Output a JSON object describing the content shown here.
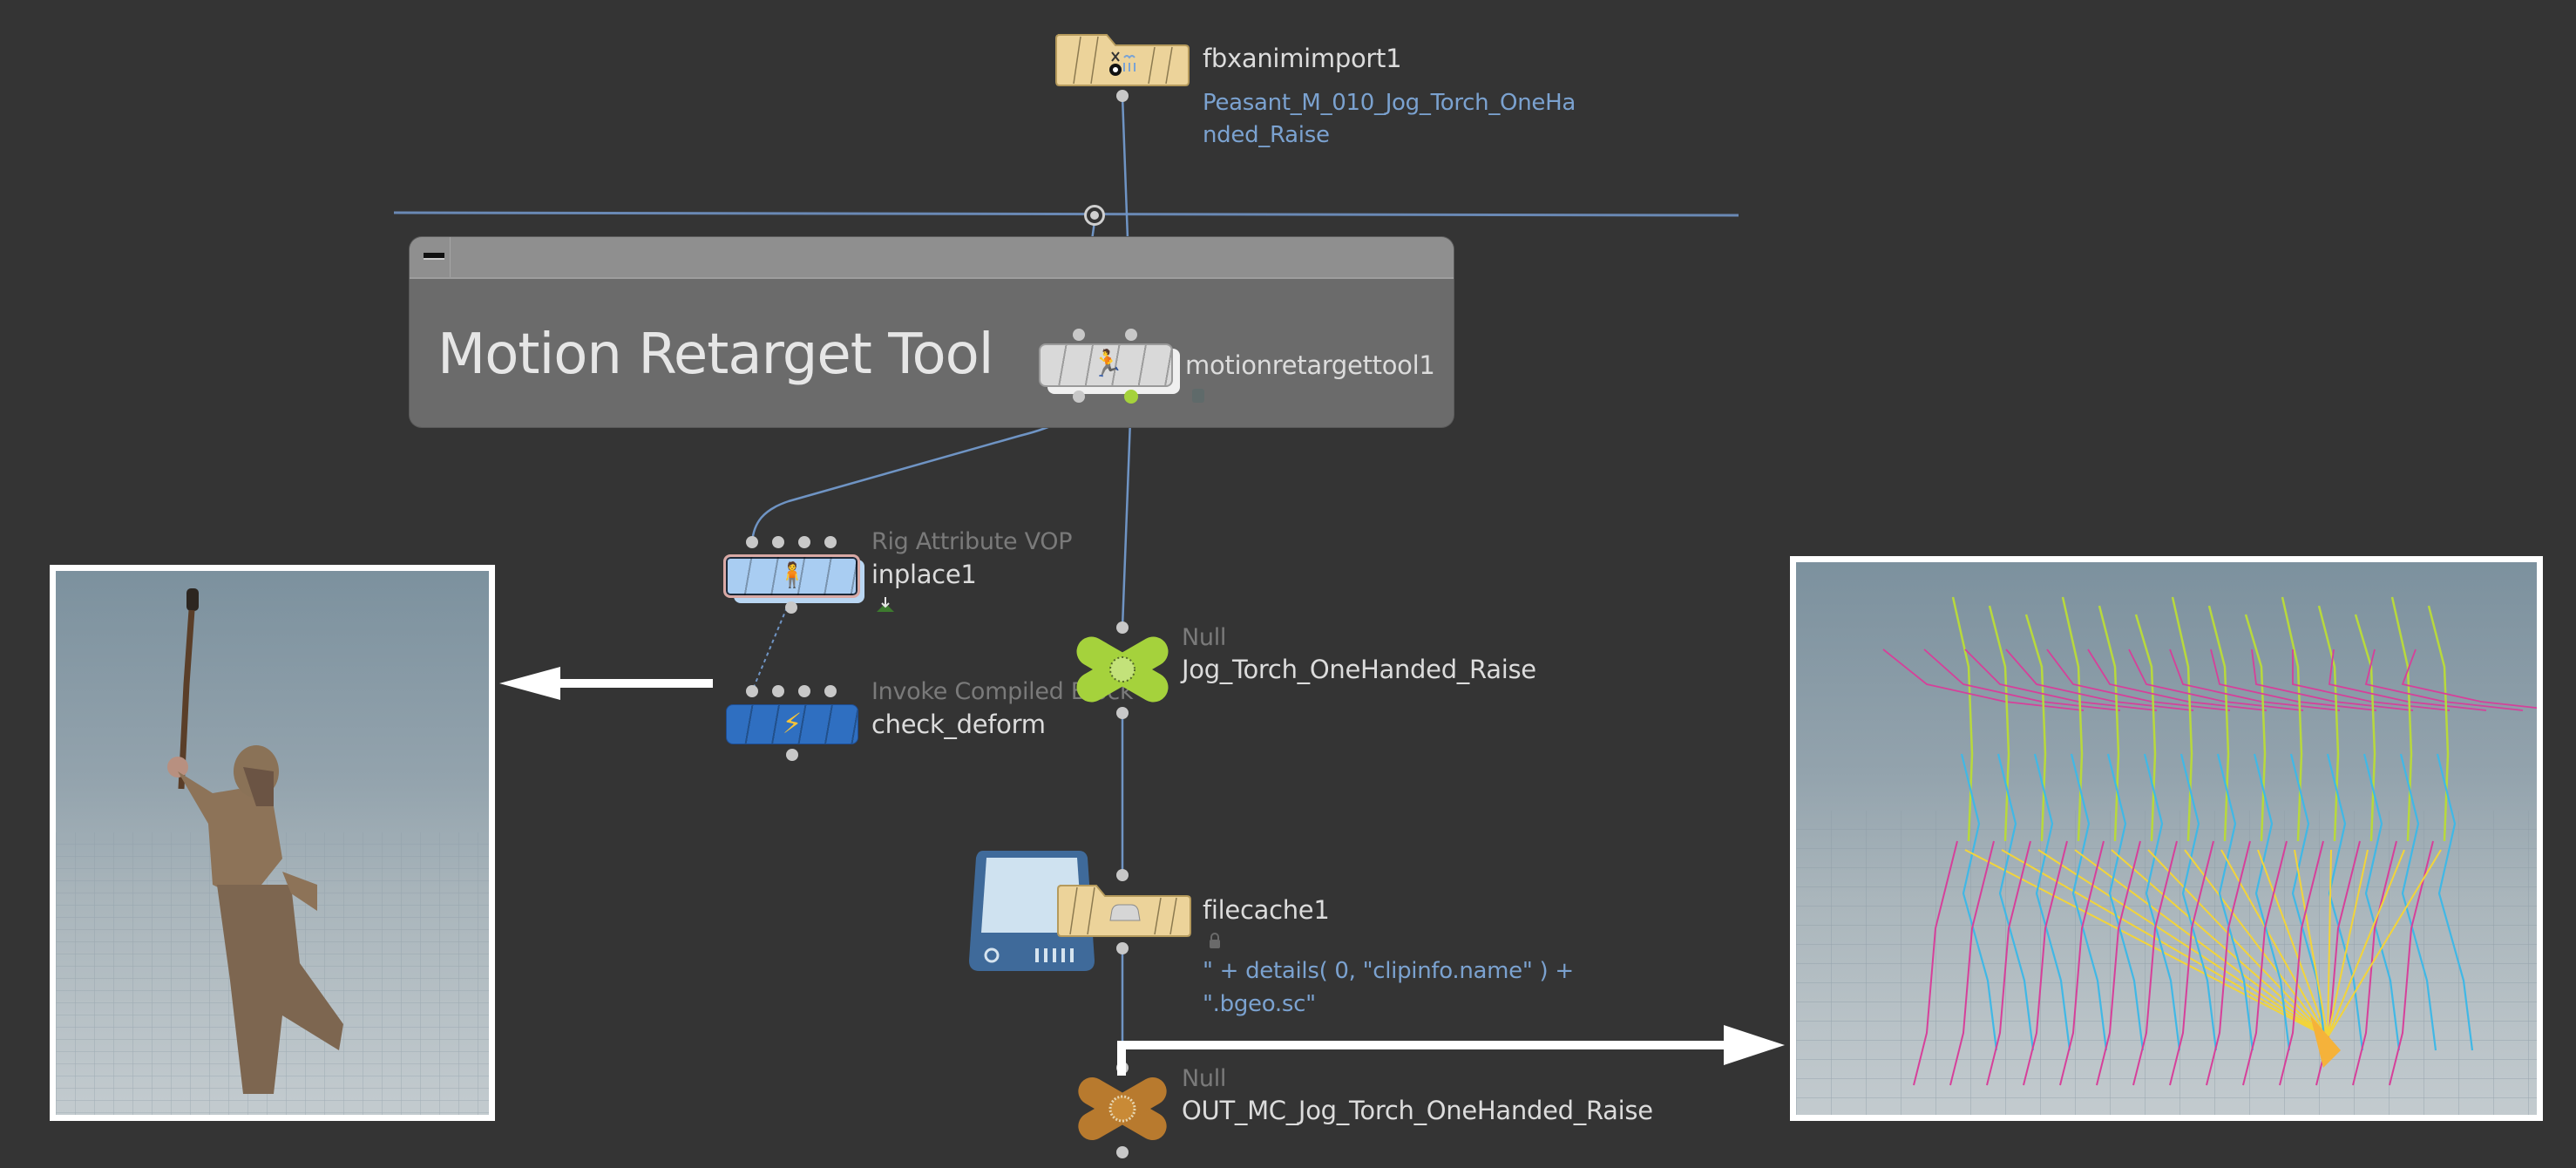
{
  "network_box": {
    "title": "Motion Retarget Tool",
    "collapse_icon": "minus-icon"
  },
  "nodes": {
    "fbxanimimport": {
      "name": "fbxanimimport1",
      "comment_line1": "Peasant_M_010_Jog_Torch_OneHa",
      "comment_line2": "nded_Raise",
      "icon": "fbx-import-icon",
      "color": "#ecd39a"
    },
    "motionretargettool": {
      "name": "motionretargettool1",
      "icon": "figure-retarget-icon",
      "badge_icon": "lock-icon",
      "color": "#d7d7d7"
    },
    "inplace": {
      "type": "Rig Attribute VOP",
      "name": "inplace1",
      "icon": "rig-attribute-vop-icon",
      "badge_icon": "download-icon",
      "color": "#a9cdf2"
    },
    "check_deform": {
      "type": "Invoke Compiled Block",
      "name": "check_deform",
      "icon": "lightning-icon",
      "color": "#2f6fc1"
    },
    "jog_null": {
      "type": "Null",
      "name": "Jog_Torch_OneHanded_Raise",
      "icon": "null-cross-icon",
      "color": "#a5d23c"
    },
    "filecache": {
      "name": "filecache1",
      "icon": "hard-drive-icon",
      "badge_icon": "lock-icon",
      "comment_line1": "\" + details( 0, \"clipinfo.name\" ) +",
      "comment_line2": "\".bgeo.sc\"",
      "color": "#ecd39a"
    },
    "out_null": {
      "type": "Null",
      "name": "OUT_MC_Jog_Torch_OneHanded_Raise",
      "icon": "null-cross-icon",
      "color": "#b87a2e"
    }
  },
  "previews": {
    "left": {
      "description": "Rendered peasant character holding torch, jogging",
      "icon": "character-preview"
    },
    "right": {
      "description": "Motion trail skeleton poses (magenta, cyan, yellow-green, orange)",
      "icon": "motion-trail-preview"
    }
  },
  "colors": {
    "background": "#343434",
    "wire": "#6f94c4",
    "comment_text": "#7ba2d0",
    "active_output": "#a5d23c"
  }
}
